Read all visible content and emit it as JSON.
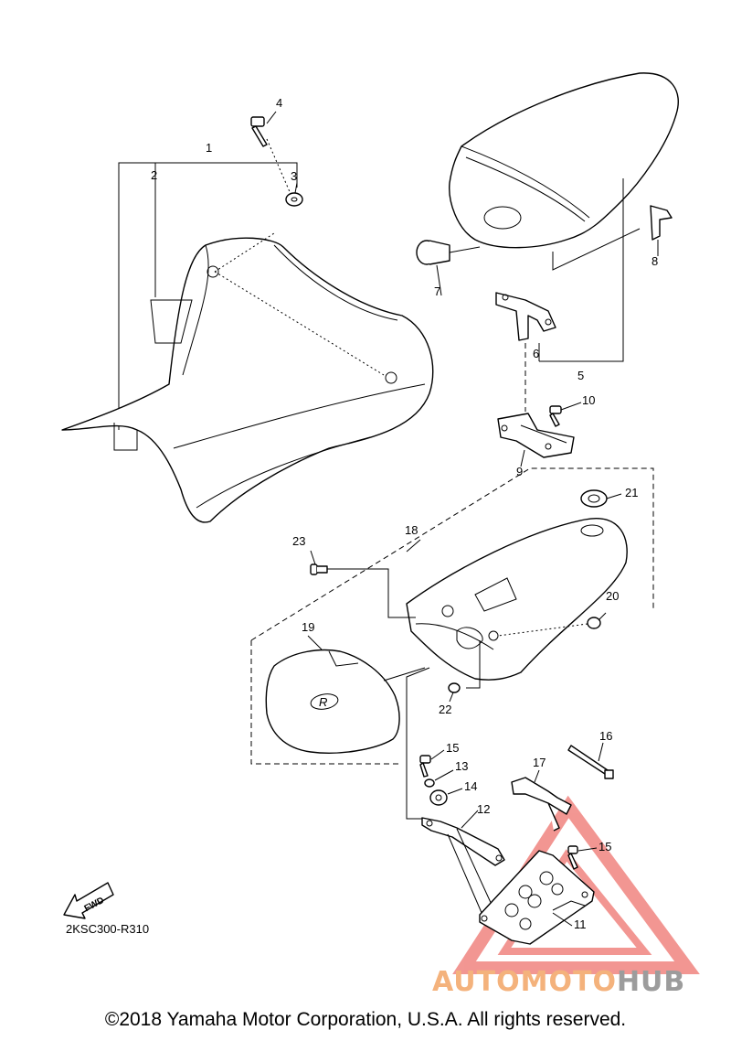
{
  "callouts": [
    "1",
    "2",
    "3",
    "4",
    "5",
    "6",
    "7",
    "8",
    "9",
    "10",
    "11",
    "12",
    "13",
    "14",
    "15",
    "15",
    "16",
    "17",
    "18",
    "19",
    "20",
    "21",
    "22",
    "23"
  ],
  "diagram_code": "2KSC300-R310",
  "fwd_label": "FWD",
  "emblem_text": "R",
  "watermark": {
    "part1": "AUTOMOTO",
    "part2": "HUB",
    "colors": {
      "orange": "#f4b27c",
      "gray": "#9c9c9c",
      "red": "#e8413a"
    }
  },
  "copyright": "©2018 Yamaha Motor Corporation, U.S.A. All rights reserved."
}
